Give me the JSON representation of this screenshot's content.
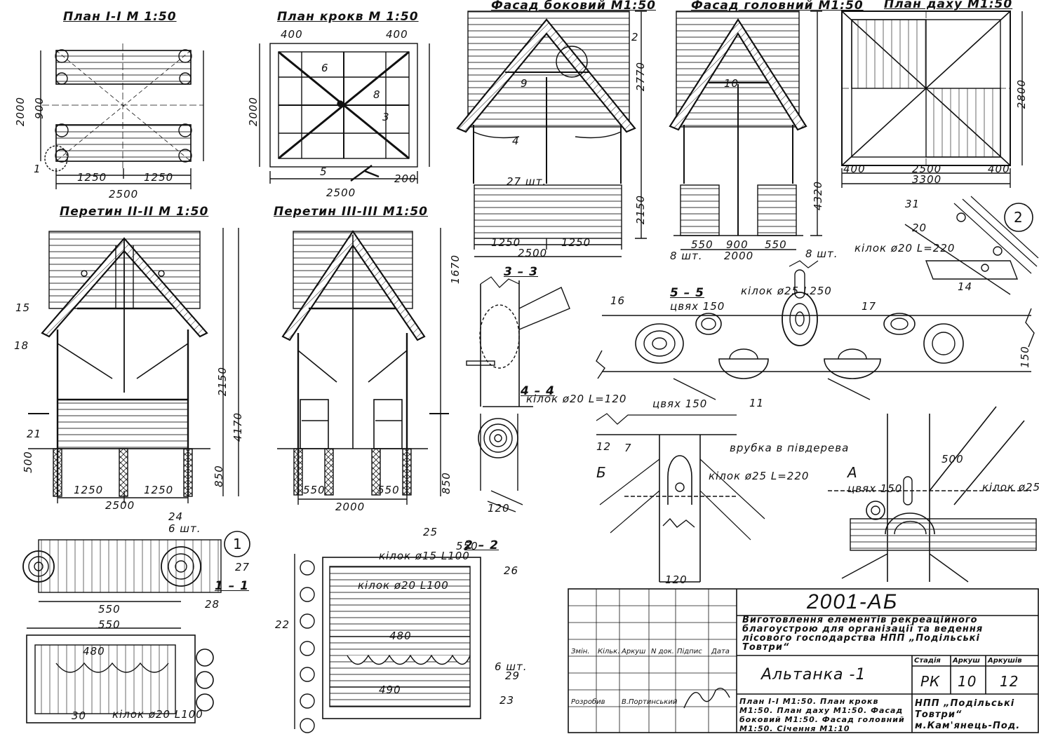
{
  "view_titles": {
    "plan_1_1": "План I-I  М 1:50",
    "plan_krokv": "План крокв  М 1:50",
    "fasad_bokovyi": "Фасад боковий М1:50",
    "fasad_holovnyi": "Фасад головний М1:50",
    "plan_dakhu": "План даху М1:50",
    "peretyn_2_2": "Перетин II-II  М 1:50",
    "peretyn_3_3": "Перетин III-III  М1:50",
    "section_3_3": "3 – 3",
    "section_4_4": "4 – 4",
    "section_5_5": "5 – 5",
    "section_2_2": "2 – 2",
    "section_1_1": "1 – 1",
    "node_b": "Б",
    "node_a": "А"
  },
  "dimensions": {
    "d2500": "2500",
    "d1250": "1250",
    "d2000": "2000",
    "d900": "900",
    "d550": "550",
    "d3300": "3300",
    "d2800": "2800",
    "d400": "400",
    "d2770": "2770",
    "d2150": "2150",
    "d4320": "4320",
    "d4170": "4170",
    "d850": "850",
    "d500": "500",
    "d480": "480",
    "d490": "490",
    "d120": "120",
    "d150": "150",
    "d1670": "1670",
    "d200": "200"
  },
  "notes": {
    "kilok_25_250": "кілок ø25 L250",
    "kilok_20_220": "кілок ø20 L=220",
    "kilok_20_120": "кілок ø20 L=120",
    "kilok_25_220": "кілок ø25 L=220",
    "kilok_15_100": "кілок ø15 L100",
    "kilok_20_100": "кілок ø20 L100",
    "tsviakh_150": "цвях 150",
    "vrubka": "врубка в півдерева",
    "sht_6": "6 шт.",
    "sht_8": "8 шт.",
    "sht_27": "27 шт."
  },
  "callouts": [
    "1",
    "2",
    "3",
    "4",
    "5",
    "6",
    "7",
    "8",
    "9",
    "10",
    "11",
    "12",
    "14",
    "15",
    "16",
    "17",
    "18",
    "20",
    "21",
    "22",
    "23",
    "24",
    "25",
    "26",
    "27",
    "28",
    "29",
    "30",
    "31"
  ],
  "title_block": {
    "project_code": "2001-АБ",
    "description": "Виготовлення елементів рекреаційного благоустрою для організації та ведення лісового господарства НПП „Подільські Товтри“",
    "object_name": "Альтанка -1",
    "col_stadia": "Стадія",
    "col_arkush": "Аркуш",
    "col_arkushiv": "Аркушів",
    "val_stadia": "РК",
    "val_arkush": "10",
    "val_arkushiv": "12",
    "h_zmin": "Змін.",
    "h_kilk": "Кільк.",
    "h_arkush": "Аркуш",
    "h_ndok": "N док.",
    "h_pidpys": "Підпис",
    "h_data": "Дата",
    "rozrobyv_label": "Розробив",
    "rozrobyv_name": "В.Портинський",
    "sheet_contents": "План I-I М1:50. План крокв М1:50. План даху М1:50. Фасад боковий М1:50. Фасад головний М1:50. Січення М1:10",
    "organization": "НПП „Подільські Товтри“ м.Кам'янець-Под."
  }
}
